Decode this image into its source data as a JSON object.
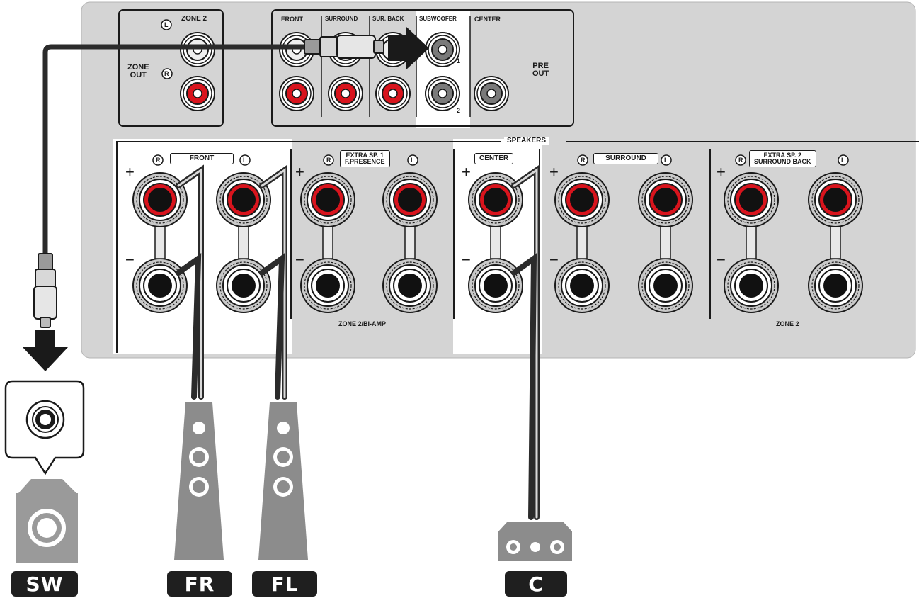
{
  "panel": {
    "zone2_out": {
      "header": "ZONE 2",
      "side_label": "ZONE\nOUT",
      "left_mark": "L",
      "right_mark": "R"
    },
    "pre_out": {
      "headers": [
        "FRONT",
        "SURROUND",
        "SUR. BACK",
        "SUBWOOFER",
        "CENTER"
      ],
      "side_label": "PRE\nOUT",
      "sub_numbers": [
        "1",
        "2"
      ]
    },
    "speakers": {
      "title": "SPEAKERS",
      "groups": [
        {
          "label": "FRONT",
          "r_mark": "R",
          "l_mark": "L"
        },
        {
          "label": "EXTRA SP. 1\nF.PRESENCE",
          "r_mark": "R",
          "l_mark": "L"
        },
        {
          "label": "CENTER"
        },
        {
          "label": "SURROUND",
          "r_mark": "R",
          "l_mark": "L"
        },
        {
          "label": "EXTRA SP. 2\nSURROUND BACK",
          "r_mark": "R",
          "l_mark": "L"
        }
      ],
      "plus_sign": "+",
      "minus_sign": "−",
      "footer_labels": [
        "ZONE 2/BI-AMP",
        "ZONE 2"
      ]
    }
  },
  "devices": [
    {
      "tag": "SW",
      "icon": "subwoofer-icon"
    },
    {
      "tag": "FR",
      "icon": "tower-speaker-icon"
    },
    {
      "tag": "FL",
      "icon": "tower-speaker-icon"
    },
    {
      "tag": "C",
      "icon": "center-speaker-icon"
    }
  ],
  "colors": {
    "panel": "#d4d4d4",
    "highlight": "#ffffff",
    "jack_red": "#d8141d",
    "cable": "#2b2b2b",
    "tag": "#1f1f1f"
  }
}
